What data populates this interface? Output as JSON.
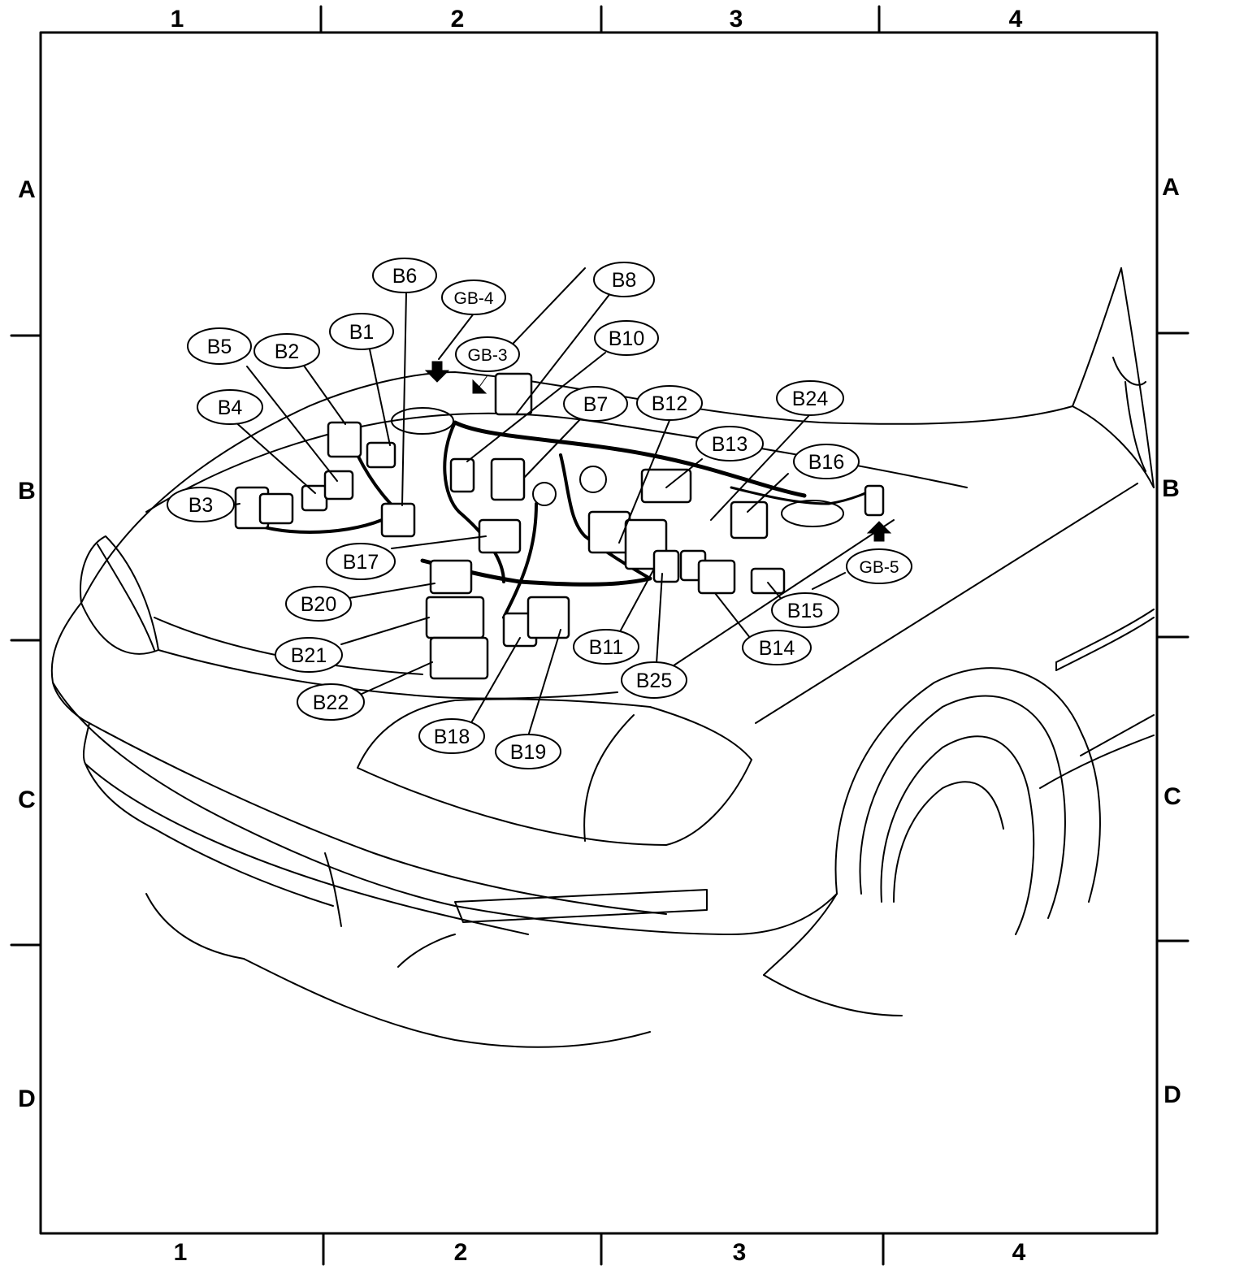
{
  "grid": {
    "columns": [
      "1",
      "2",
      "3",
      "4"
    ],
    "rows": [
      "A",
      "B",
      "C",
      "D"
    ]
  },
  "callouts": {
    "B1": "B1",
    "B2": "B2",
    "B3": "B3",
    "B4": "B4",
    "B5": "B5",
    "B6": "B6",
    "B7": "B7",
    "B8": "B8",
    "B10": "B10",
    "B11": "B11",
    "B12": "B12",
    "B13": "B13",
    "B14": "B14",
    "B15": "B15",
    "B16": "B16",
    "B17": "B17",
    "B18": "B18",
    "B19": "B19",
    "B20": "B20",
    "B21": "B21",
    "B22": "B22",
    "B24": "B24",
    "B25": "B25",
    "GB3": "GB-3",
    "GB4": "GB-4",
    "GB5": "GB-5"
  }
}
